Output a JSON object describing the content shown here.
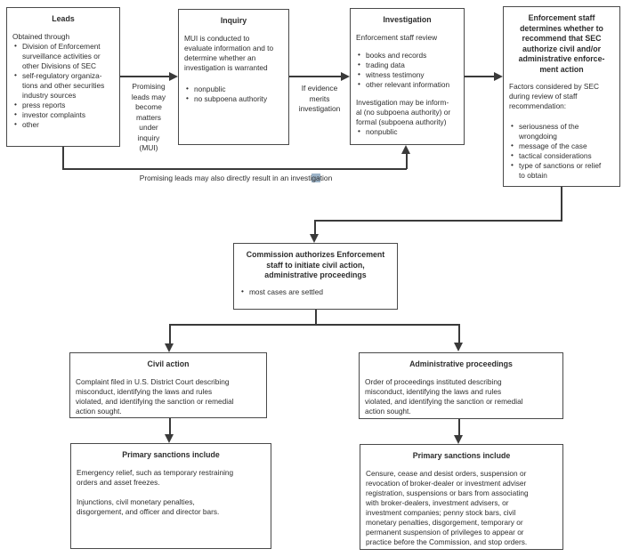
{
  "colors": {
    "line": "#3a3a3a",
    "border": "#4a4a4a",
    "text": "#2d2d2d",
    "background": "#ffffff",
    "highlight": "#9db4c8"
  },
  "boxes": {
    "leads": {
      "title": "Leads",
      "intro": "Obtained through",
      "bullets": [
        "Division of Enforcement\nsurveillance activities or\nother Divisions of SEC",
        "self-regulatory organiza-\ntions and other securities\nindustry sources",
        "press reports",
        "investor complaints",
        "other"
      ]
    },
    "inquiry": {
      "title": "Inquiry",
      "body": "MUI is conducted to\nevaluate information and to\ndetermine whether an\ninvestigation is warranted",
      "bullets": [
        "nonpublic",
        "no subpoena authority"
      ]
    },
    "investigation": {
      "title": "Investigation",
      "intro": "Enforcement staff review",
      "bullets": [
        "books and records",
        "trading data",
        "witness testimony",
        "other relevant information"
      ],
      "body": "Investigation may be inform-\nal (no subpoena authority) or\nformal (subpoena authority)",
      "bullets2": [
        "nonpublic"
      ]
    },
    "enforcement": {
      "title": "Enforcement staff\ndetermines whether to\nrecommend that SEC\nauthorize civil and/or\nadministrative enforce-\nment action",
      "body": "Factors considered by SEC\nduring review of staff\nrecommendation:",
      "bullets": [
        "seriousness of the\nwrongdoing",
        "message of the case",
        "tactical considerations",
        "type of sanctions or relief\nto obtain"
      ]
    },
    "commission": {
      "title": "Commission authorizes Enforcement\nstaff to initiate civil action,\nadministrative proceedings",
      "bullets": [
        "most cases are settled"
      ]
    },
    "civil_action": {
      "title": "Civil action",
      "body": "Complaint filed in U.S. District Court describing\nmisconduct, identifying the laws and rules\nviolated, and identifying the sanction or remedial\naction sought."
    },
    "admin_proceedings": {
      "title": "Administrative proceedings",
      "body": "Order of proceedings instituted describing\nmisconduct, identifying the laws and rules\nviolated, and identifying the sanction or remedial\naction sought."
    },
    "sanctions_civil": {
      "title": "Primary sanctions include",
      "paragraphs": [
        "Emergency relief, such as temporary restraining\norders and asset freezes.",
        "Injunctions, civil monetary penalties,\ndisgorgement, and officer and director bars."
      ]
    },
    "sanctions_admin": {
      "title": "Primary sanctions include",
      "paragraphs": [
        "Censure, cease and desist orders, suspension or\nrevocation of broker-dealer or investment adviser\nregistration, suspensions or bars from associating\nwith broker-dealers, investment advisers, or\ninvestment companies; penny stock bars, civil\nmonetary penalties, disgorgement, temporary or\npermanent suspension of privileges to appear or\npractice before the Commission, and stop orders."
      ]
    }
  },
  "edge_labels": {
    "leads_to_inquiry": "Promising\nleads may\nbecome\nmatters\nunder\ninquiry\n(MUI)",
    "inquiry_to_investigation": "If evidence\nmerits\ninvestigation",
    "leads_to_investigation": {
      "prefix": "Promising leads may also directly result in an investi",
      "highlight": "ga",
      "suffix": "tion"
    }
  }
}
